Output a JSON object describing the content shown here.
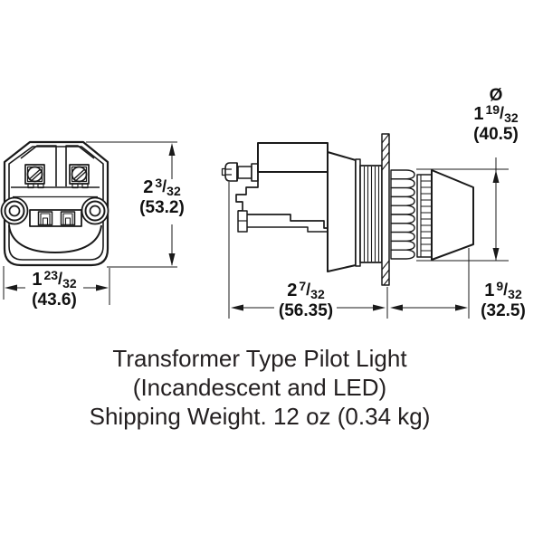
{
  "caption": {
    "line1": "Transformer Type Pilot Light",
    "line2": "(Incandescent and LED)",
    "line3": "Shipping Weight. 12 oz (0.34 kg)"
  },
  "dims": {
    "slash": "/",
    "left_height": {
      "whole": "2",
      "num": "3",
      "den": "32",
      "mm": "(53.2)"
    },
    "left_width": {
      "whole": "1",
      "num": "23",
      "den": "32",
      "mm": "(43.6)"
    },
    "side_depth": {
      "whole": "2",
      "num": "7",
      "den": "32",
      "mm": "(56.35)"
    },
    "front_depth": {
      "whole": "1",
      "num": "9",
      "den": "32",
      "mm": "(32.5)"
    },
    "bezel_dia": {
      "symbol": "Ø",
      "whole": "1",
      "num": "19",
      "den": "32",
      "mm": "(40.5)"
    }
  },
  "line_color": "#1a1a1a"
}
